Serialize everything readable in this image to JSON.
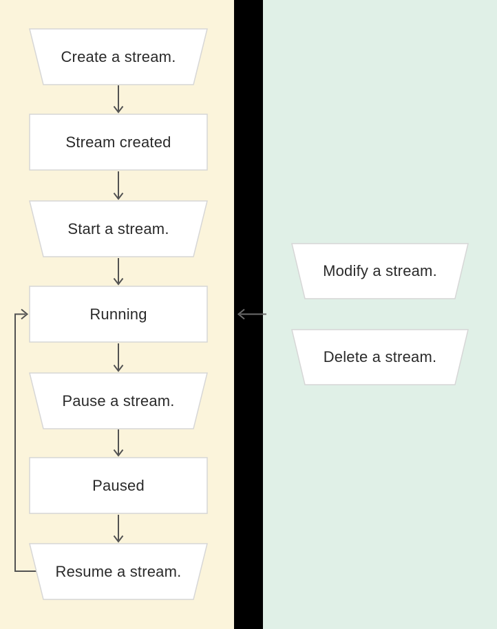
{
  "colors": {
    "lifecycle_panel_bg": "#FBF4DB",
    "divider_bg": "#000000",
    "actions_panel_bg": "#E0F0E7",
    "node_fill": "#FFFFFF",
    "node_border": "#D6D6D6",
    "arrow": "#515151",
    "side_arrow": "#6D6D6D",
    "text": "#2A2A2A"
  },
  "lifecycle": {
    "nodes": [
      {
        "label": "Create a stream.",
        "shape": "trapezoid"
      },
      {
        "label": "Stream created",
        "shape": "rectangle"
      },
      {
        "label": "Start a stream.",
        "shape": "trapezoid"
      },
      {
        "label": "Running",
        "shape": "rectangle"
      },
      {
        "label": "Pause a stream.",
        "shape": "trapezoid"
      },
      {
        "label": "Paused",
        "shape": "rectangle"
      },
      {
        "label": "Resume a stream.",
        "shape": "trapezoid"
      }
    ],
    "edges": [
      "Create a stream. -> Stream created",
      "Stream created -> Start a stream.",
      "Start a stream. -> Running",
      "Running -> Pause a stream.",
      "Pause a stream. -> Paused",
      "Paused -> Resume a stream.",
      "Resume a stream. -> Running (loop back on left side)"
    ]
  },
  "actions": {
    "nodes": [
      {
        "label": "Modify a stream.",
        "shape": "trapezoid"
      },
      {
        "label": "Delete a stream.",
        "shape": "trapezoid"
      }
    ],
    "edges": [
      "Actions panel -> Running (left-pointing arrow across divider)"
    ]
  }
}
